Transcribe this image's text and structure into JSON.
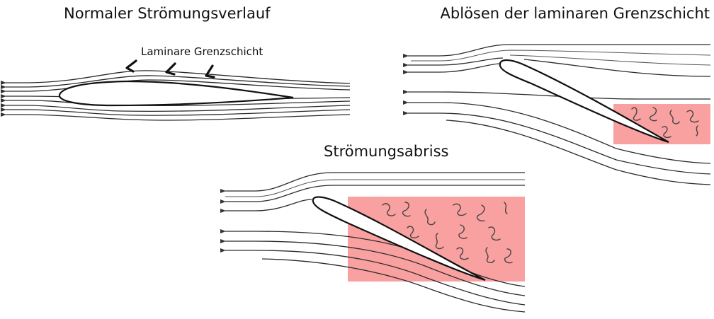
{
  "panels": {
    "normal": {
      "title": "Normaler Strömungsverlauf",
      "annotation": "Laminare Grenzschicht"
    },
    "separation": {
      "title": "Ablösen der laminaren Grenzschicht"
    },
    "stall": {
      "title": "Strömungsabriss"
    }
  },
  "colors": {
    "turbulent_region": "#f9a0a0",
    "streamline": "#2b2b2b",
    "airfoil_outline": "#111111"
  }
}
